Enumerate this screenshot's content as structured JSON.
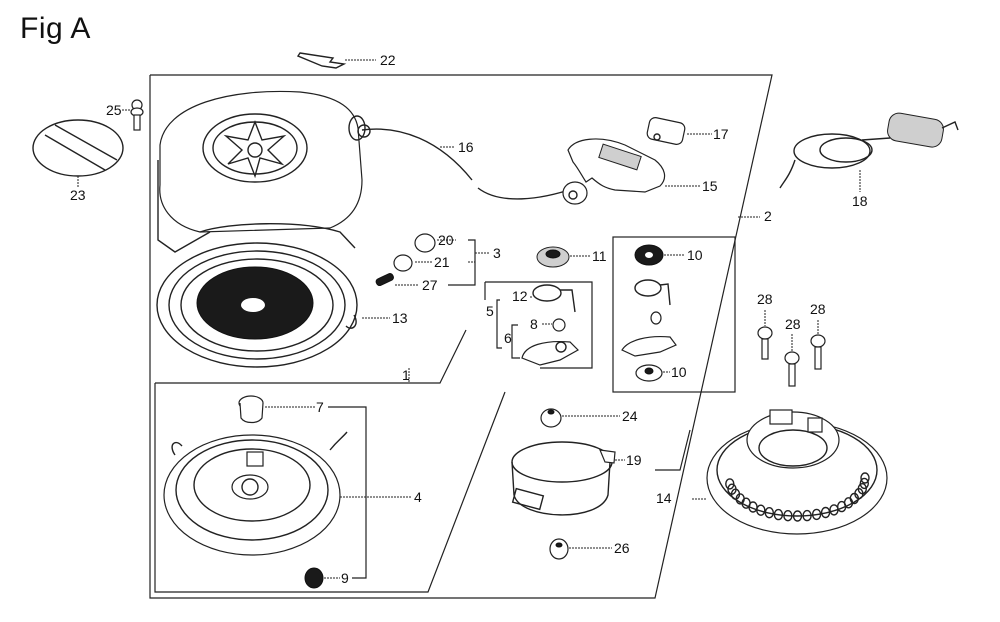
{
  "figure": {
    "title": "Fig A",
    "type": "exploded parts diagram",
    "subject": "recoil starter assembly"
  },
  "callouts": {
    "c1": "1",
    "c2": "2",
    "c3": "3",
    "c4": "4",
    "c5": "5",
    "c6": "6",
    "c7": "7",
    "c8": "8",
    "c9": "9",
    "c10a": "10",
    "c10b": "10",
    "c11": "11",
    "c12": "12",
    "c13": "13",
    "c14": "14",
    "c15": "15",
    "c16": "16",
    "c17": "17",
    "c18": "18",
    "c19": "19",
    "c20": "20",
    "c21": "21",
    "c22": "22",
    "c23": "23",
    "c24": "24",
    "c25": "25",
    "c26": "26",
    "c27": "27",
    "c28a": "28",
    "c28b": "28",
    "c28c": "28"
  },
  "parts": [
    {
      "ref": "1",
      "depiction": "starter case & spring sub-assembly group"
    },
    {
      "ref": "2",
      "depiction": "complete recoil starter group"
    },
    {
      "ref": "3",
      "depiction": "bolt/collar/pin group (20, 21, 27)"
    },
    {
      "ref": "4",
      "depiction": "reel pulley"
    },
    {
      "ref": "5",
      "depiction": "ratchet group (12, 6)"
    },
    {
      "ref": "6",
      "depiction": "ratchet sub-group (8)"
    },
    {
      "ref": "7",
      "depiction": "collar"
    },
    {
      "ref": "8",
      "depiction": "ratchet pin"
    },
    {
      "ref": "9",
      "depiction": "nut"
    },
    {
      "ref": "10",
      "depiction": "washer (alt. ratchet set)"
    },
    {
      "ref": "11",
      "depiction": "friction plate"
    },
    {
      "ref": "12",
      "depiction": "ratchet spring"
    },
    {
      "ref": "13",
      "depiction": "recoil spring"
    },
    {
      "ref": "14",
      "depiction": "starter pulley / cooling fan cup"
    },
    {
      "ref": "15",
      "depiction": "starter grip"
    },
    {
      "ref": "16",
      "depiction": "starter rope"
    },
    {
      "ref": "17",
      "depiction": "grip insert"
    },
    {
      "ref": "18",
      "depiction": "rope with grip"
    },
    {
      "ref": "19",
      "depiction": "pulley cup"
    },
    {
      "ref": "20",
      "depiction": "collar"
    },
    {
      "ref": "21",
      "depiction": "bolt"
    },
    {
      "ref": "22",
      "depiction": "direction arrow / label"
    },
    {
      "ref": "23",
      "depiction": "gasket ring"
    },
    {
      "ref": "24",
      "depiction": "washer"
    },
    {
      "ref": "25",
      "depiction": "flange bolt"
    },
    {
      "ref": "26",
      "depiction": "nut"
    },
    {
      "ref": "27",
      "depiction": "pin"
    },
    {
      "ref": "28",
      "depiction": "flange bolts (x3)"
    }
  ]
}
